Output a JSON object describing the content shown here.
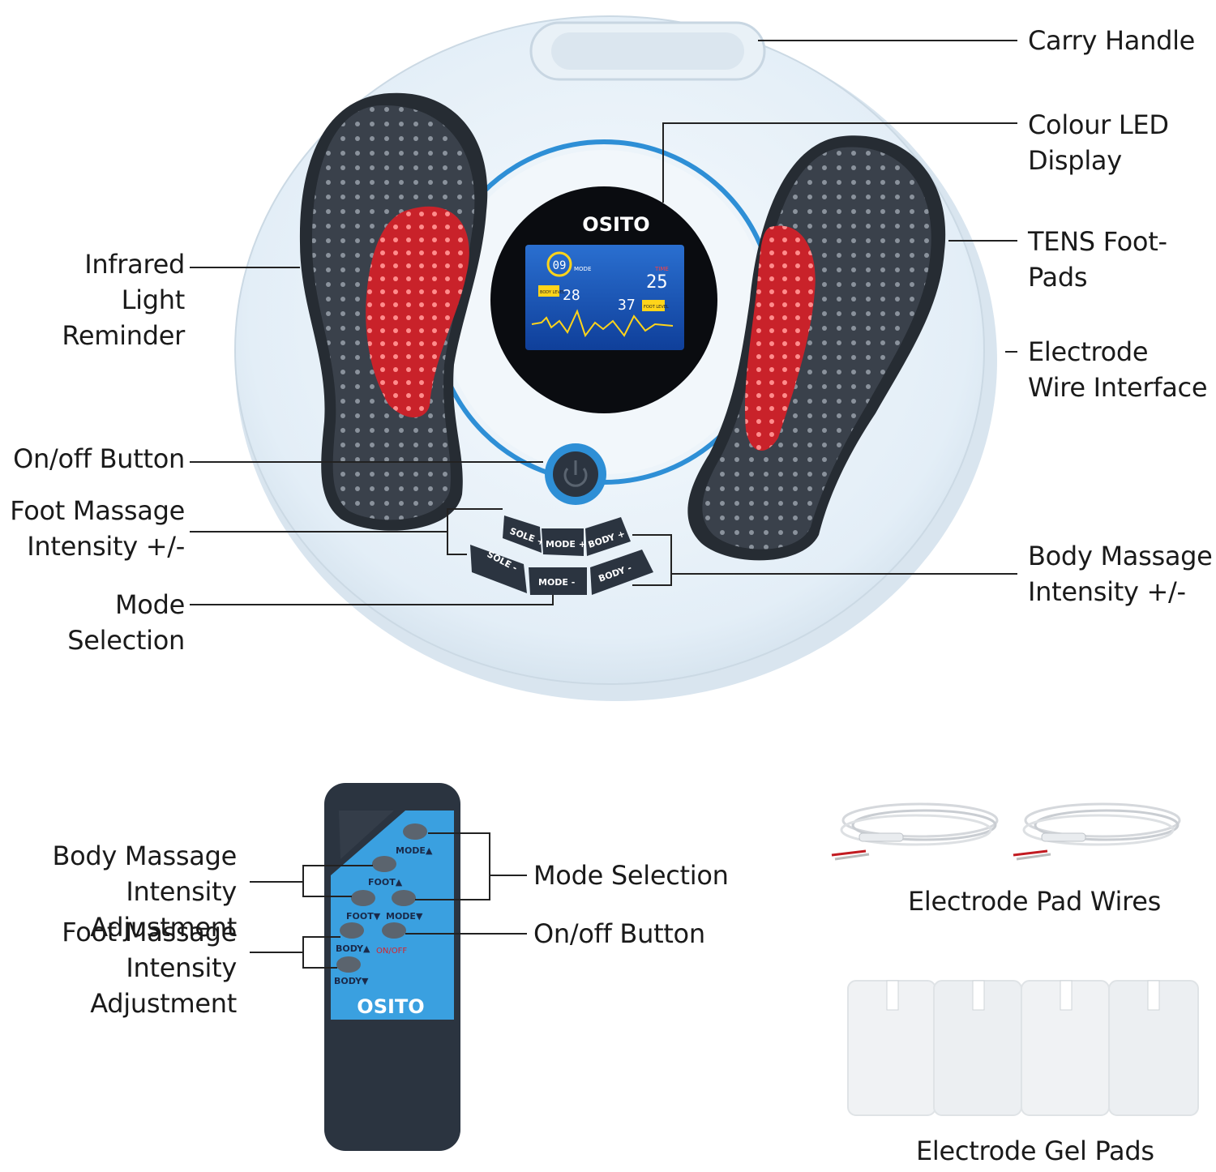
{
  "device": {
    "brand": "OSITO",
    "display": {
      "mode_value": "09",
      "mode_label": "MODE",
      "time_label": "TIME",
      "time_value": "25",
      "body_level_label": "BODY LEVEL",
      "body_level_value": "28",
      "foot_level_value": "37",
      "foot_level_label": "FOOT LEVEL"
    },
    "buttons": {
      "sole_plus": "SOLE +",
      "mode_plus": "MODE +",
      "body_plus": "BODY +",
      "sole_minus": "SOLE -",
      "mode_minus": "MODE -",
      "body_minus": "BODY -"
    }
  },
  "device_labels": {
    "carry_handle": "Carry Handle",
    "colour_led_line1": "Colour LED",
    "colour_led_line2": "Display",
    "tens_foot_pads": "TENS Foot-Pads",
    "electrode_interface_line1": "Electrode",
    "electrode_interface_line2": "Wire Interface",
    "body_intensity_line1": "Body Massage",
    "body_intensity_line2": "Intensity +/-",
    "infrared_line1": "Infrared",
    "infrared_line2": "Light Reminder",
    "on_off": "On/off Button",
    "foot_intensity_line1": "Foot Massage",
    "foot_intensity_line2": "Intensity +/-",
    "mode_selection": "Mode Selection"
  },
  "remote": {
    "brand": "OSITO",
    "buttons": {
      "mode_up": "MODE▲",
      "foot_up": "FOOT▲",
      "foot_down": "FOOT▼",
      "mode_down": "MODE▼",
      "body_up": "BODY▲",
      "on_off": "ON/OFF",
      "body_down": "BODY▼"
    }
  },
  "remote_labels": {
    "body_adj_line1": "Body Massage",
    "body_adj_line2": "Intensity Adjustment",
    "foot_adj_line1": "Foot Massage",
    "foot_adj_line2": "Intensity Adjustment",
    "mode_selection": "Mode Selection",
    "on_off": "On/off Button"
  },
  "accessories": {
    "wires_label": "Electrode Pad Wires",
    "gel_pads_label": "Electrode Gel Pads"
  },
  "colors": {
    "base": "#e8f1f8",
    "accent_blue": "#2e8fd6",
    "pad_dark": "#2f3640",
    "infrared_red": "#d8232a",
    "remote_blue": "#3aa0e0",
    "remote_body": "#2b3440"
  }
}
